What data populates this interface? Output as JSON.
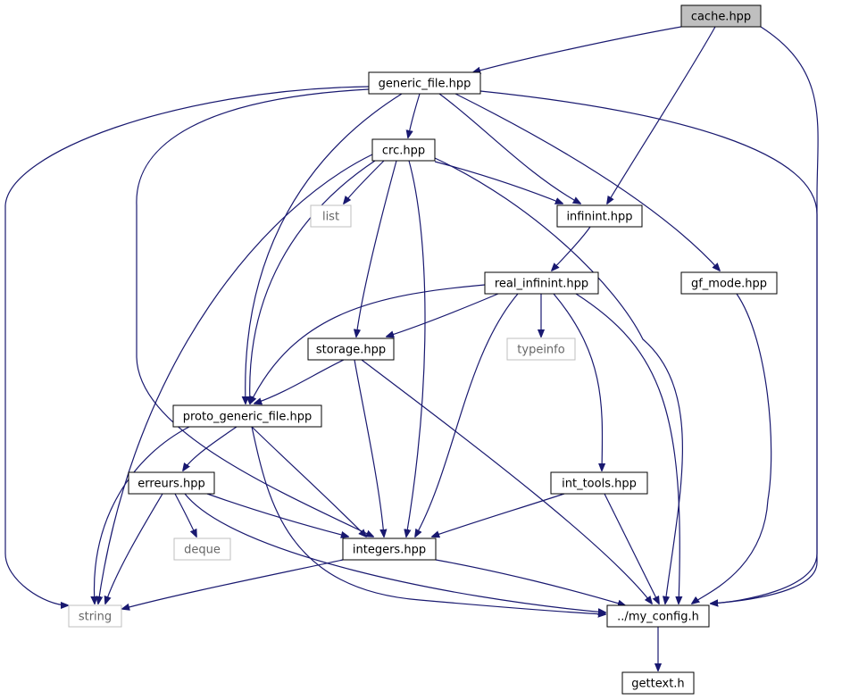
{
  "diagram": {
    "edge_color": "#191970",
    "root_fill": "#bfbfbf",
    "external_border": "#bfbfbf",
    "nodes": [
      {
        "id": "cache",
        "label": "cache.hpp",
        "style": "root"
      },
      {
        "id": "gf",
        "label": "generic_file.hpp",
        "style": "normal"
      },
      {
        "id": "crc",
        "label": "crc.hpp",
        "style": "normal"
      },
      {
        "id": "list",
        "label": "list",
        "style": "external"
      },
      {
        "id": "infinint",
        "label": "infinint.hpp",
        "style": "normal"
      },
      {
        "id": "real",
        "label": "real_infinint.hpp",
        "style": "normal"
      },
      {
        "id": "gfmode",
        "label": "gf_mode.hpp",
        "style": "normal"
      },
      {
        "id": "storage",
        "label": "storage.hpp",
        "style": "normal"
      },
      {
        "id": "typeinfo",
        "label": "typeinfo",
        "style": "external"
      },
      {
        "id": "proto",
        "label": "proto_generic_file.hpp",
        "style": "normal"
      },
      {
        "id": "erreurs",
        "label": "erreurs.hpp",
        "style": "normal"
      },
      {
        "id": "inttools",
        "label": "int_tools.hpp",
        "style": "normal"
      },
      {
        "id": "deque",
        "label": "deque",
        "style": "external"
      },
      {
        "id": "integers",
        "label": "integers.hpp",
        "style": "normal"
      },
      {
        "id": "string",
        "label": "string",
        "style": "external"
      },
      {
        "id": "myconfig",
        "label": "../my_config.h",
        "style": "normal"
      },
      {
        "id": "gettext",
        "label": "gettext.h",
        "style": "normal"
      }
    ],
    "edges": [
      {
        "from": "cache",
        "to": "gf"
      },
      {
        "from": "cache",
        "to": "infinint"
      },
      {
        "from": "cache",
        "to": "myconfig"
      },
      {
        "from": "gf",
        "to": "crc"
      },
      {
        "from": "gf",
        "to": "infinint"
      },
      {
        "from": "gf",
        "to": "gfmode"
      },
      {
        "from": "gf",
        "to": "proto"
      },
      {
        "from": "gf",
        "to": "integers"
      },
      {
        "from": "gf",
        "to": "string"
      },
      {
        "from": "gf",
        "to": "myconfig"
      },
      {
        "from": "crc",
        "to": "list"
      },
      {
        "from": "crc",
        "to": "infinint"
      },
      {
        "from": "crc",
        "to": "storage"
      },
      {
        "from": "crc",
        "to": "proto"
      },
      {
        "from": "crc",
        "to": "integers"
      },
      {
        "from": "crc",
        "to": "string"
      },
      {
        "from": "crc",
        "to": "myconfig"
      },
      {
        "from": "infinint",
        "to": "real"
      },
      {
        "from": "real",
        "to": "storage"
      },
      {
        "from": "real",
        "to": "typeinfo"
      },
      {
        "from": "real",
        "to": "proto"
      },
      {
        "from": "real",
        "to": "integers"
      },
      {
        "from": "real",
        "to": "inttools"
      },
      {
        "from": "real",
        "to": "myconfig"
      },
      {
        "from": "gfmode",
        "to": "myconfig"
      },
      {
        "from": "storage",
        "to": "proto"
      },
      {
        "from": "storage",
        "to": "integers"
      },
      {
        "from": "storage",
        "to": "myconfig"
      },
      {
        "from": "proto",
        "to": "erreurs"
      },
      {
        "from": "proto",
        "to": "integers"
      },
      {
        "from": "proto",
        "to": "string"
      },
      {
        "from": "proto",
        "to": "myconfig"
      },
      {
        "from": "erreurs",
        "to": "deque"
      },
      {
        "from": "erreurs",
        "to": "integers"
      },
      {
        "from": "erreurs",
        "to": "string"
      },
      {
        "from": "erreurs",
        "to": "myconfig"
      },
      {
        "from": "inttools",
        "to": "integers"
      },
      {
        "from": "inttools",
        "to": "myconfig"
      },
      {
        "from": "integers",
        "to": "string"
      },
      {
        "from": "integers",
        "to": "myconfig"
      },
      {
        "from": "myconfig",
        "to": "gettext"
      }
    ]
  }
}
